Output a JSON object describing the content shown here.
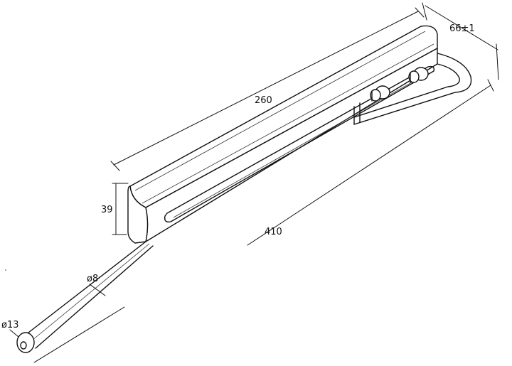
{
  "drawing": {
    "dimensions": {
      "length_body": "260",
      "depth": "66±1",
      "height": "39",
      "length_total": "410",
      "rod_diameter": "ø8",
      "tip_diameter": "ø13"
    }
  }
}
